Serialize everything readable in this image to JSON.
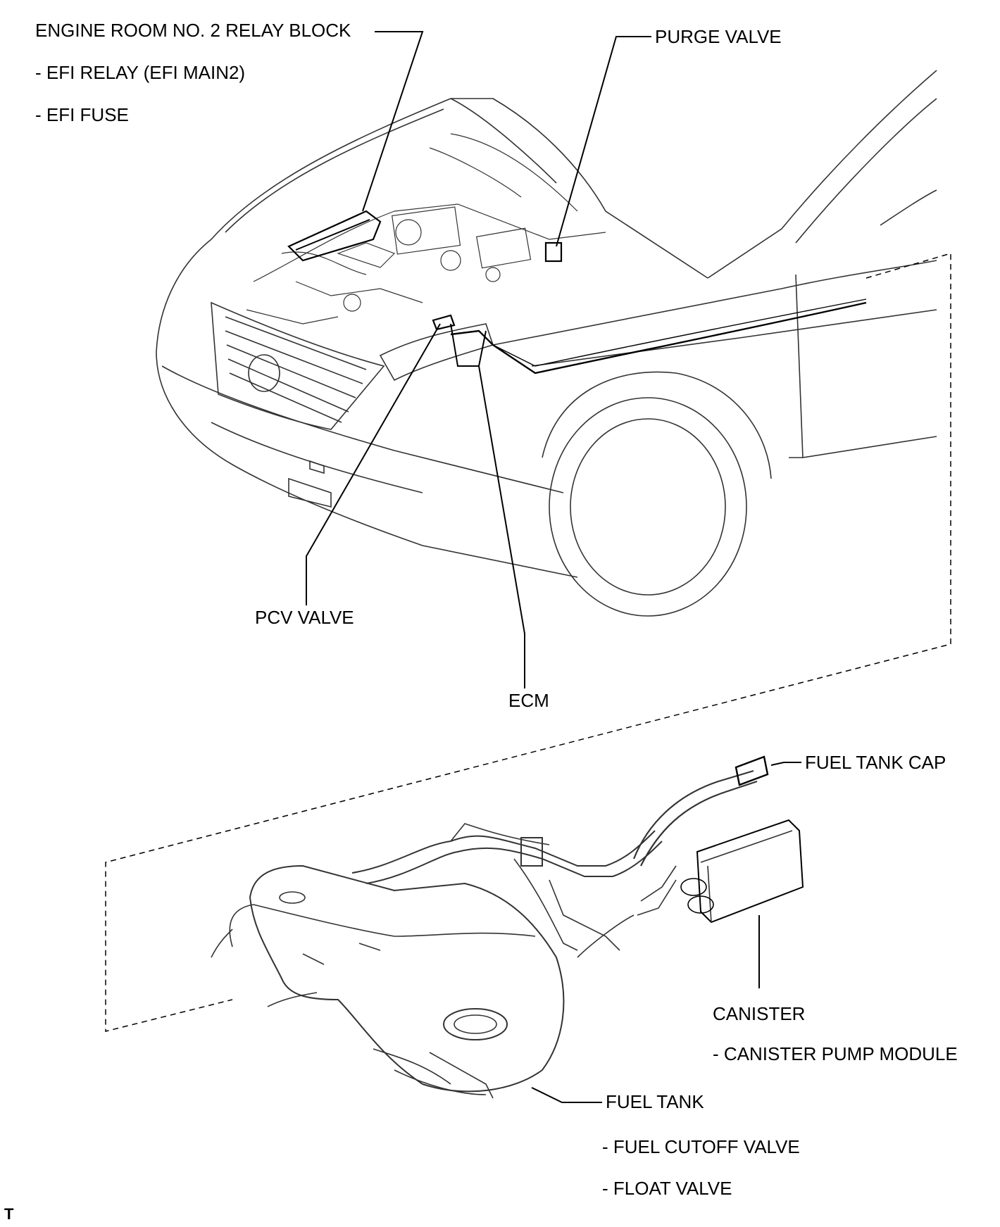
{
  "labels": {
    "relay_block": "ENGINE ROOM NO. 2 RELAY BLOCK",
    "efi_relay": "- EFI RELAY (EFI MAIN2)",
    "efi_fuse": "- EFI FUSE",
    "purge_valve": "PURGE VALVE",
    "pcv_valve": "PCV VALVE",
    "ecm": "ECM",
    "fuel_tank_cap": "FUEL TANK CAP",
    "canister": "CANISTER",
    "canister_pump_module": "- CANISTER PUMP MODULE",
    "fuel_tank": "FUEL TANK",
    "fuel_cutoff_valve": "- FUEL CUTOFF VALVE",
    "float_valve": "- FLOAT VALVE"
  },
  "corner_mark": "T",
  "colors": {
    "ink": "#000000",
    "line_art": "#333333",
    "background": "#ffffff"
  }
}
